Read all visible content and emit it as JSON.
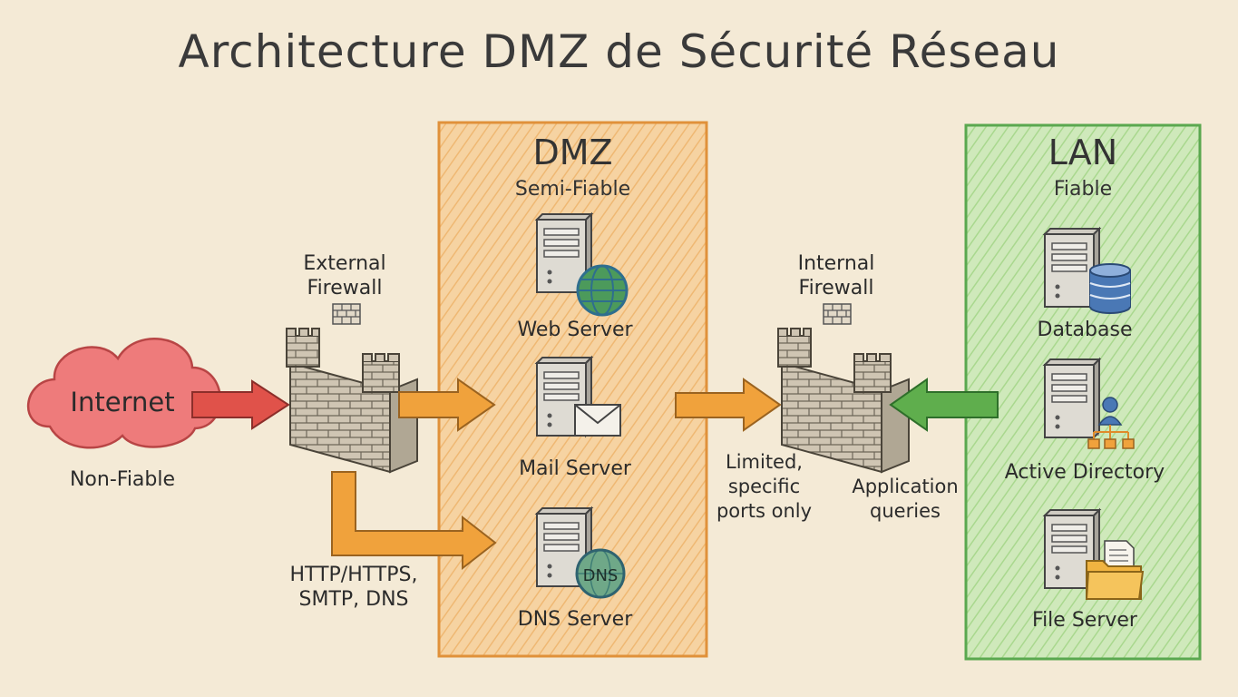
{
  "title": "Architecture DMZ de Sécurité Réseau",
  "internet": {
    "label": "Internet",
    "trust": "Non-Fiable"
  },
  "external_firewall": {
    "label_line1": "External",
    "label_line2": "Firewall"
  },
  "internal_firewall": {
    "label_line1": "Internal",
    "label_line2": "Firewall"
  },
  "dmz": {
    "title": "DMZ",
    "trust": "Semi-Fiable",
    "servers": [
      "Web Server",
      "Mail Server",
      "DNS Server"
    ],
    "dns_badge": "DNS"
  },
  "lan": {
    "title": "LAN",
    "trust": "Fiable",
    "servers": [
      "Database",
      "Active Directory",
      "File Server"
    ]
  },
  "flows": {
    "public_protocols_line1": "HTTP/HTTPS,",
    "public_protocols_line2": "SMTP, DNS",
    "limited_line1": "Limited,",
    "limited_line2": "specific",
    "limited_line3": "ports only",
    "app_line1": "Application",
    "app_line2": "queries"
  },
  "colors": {
    "background": "#f4ead6",
    "dmz_zone": "#f3c58a",
    "dmz_border": "#e0913a",
    "lan_zone": "#bfe3a8",
    "lan_border": "#5aa84f",
    "internet_cloud": "#ee7b7b",
    "red_arrow": "#e0524a",
    "orange_arrow": "#f0a23c",
    "green_arrow": "#5fae4d",
    "brick": "#c9bfae"
  }
}
